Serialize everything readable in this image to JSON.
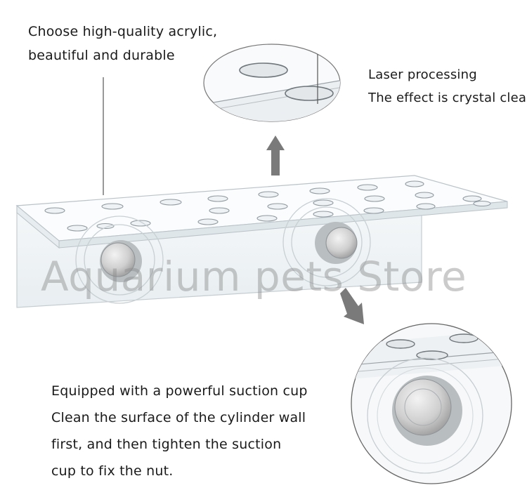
{
  "callouts": {
    "acrylic": [
      "Choose high-quality acrylic,",
      "beautiful and durable"
    ],
    "laser": [
      "Laser processing",
      "The effect is crystal clear"
    ],
    "suction": [
      "Equipped with a powerful suction cup",
      "Clean the surface of the cylinder wall",
      "first, and then tighten the suction",
      "cup to fix the nut."
    ]
  },
  "watermark": "Aquarium pets Store",
  "icons": {
    "arrow_up": "arrow-up-icon",
    "arrow_down_right": "arrow-down-right-icon"
  },
  "colors": {
    "acrylic_edge": "#b9c3c8",
    "arrow": "#7a7a7a",
    "knob": "#d6d6d6"
  }
}
